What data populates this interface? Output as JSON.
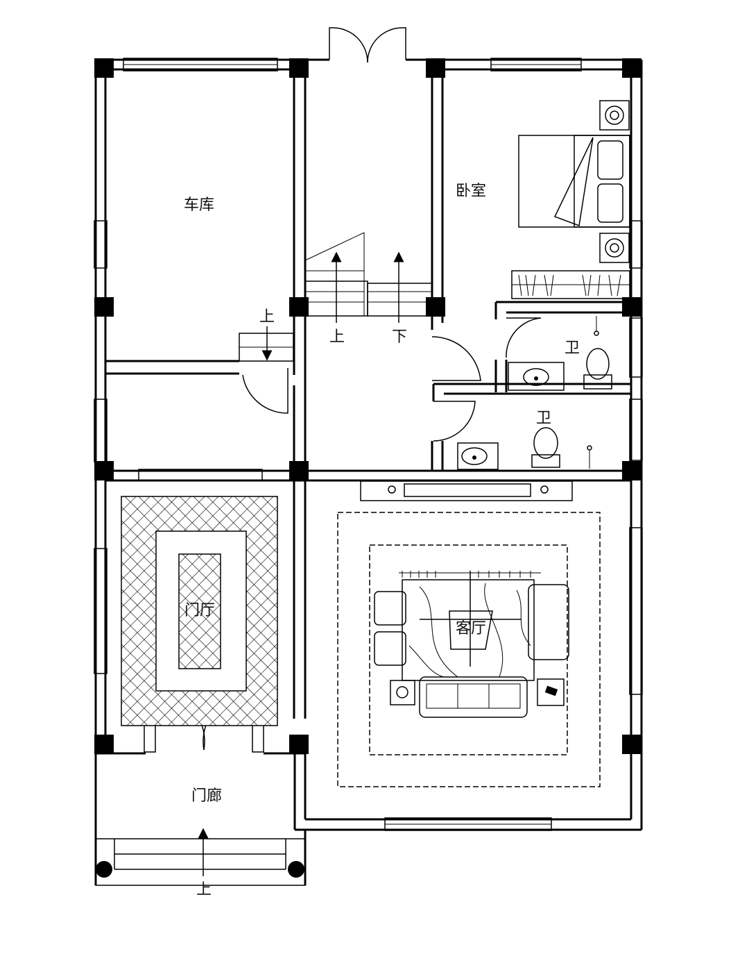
{
  "rooms": {
    "garage": "车库",
    "bedroom": "卧室",
    "bath_upper": "卫",
    "bath_lower": "卫",
    "foyer": "门厅",
    "living": "客厅",
    "porch": "门廊"
  },
  "stairs": {
    "garage_step_up": "上",
    "main_up": "上",
    "main_down": "下",
    "porch_up": "上"
  }
}
